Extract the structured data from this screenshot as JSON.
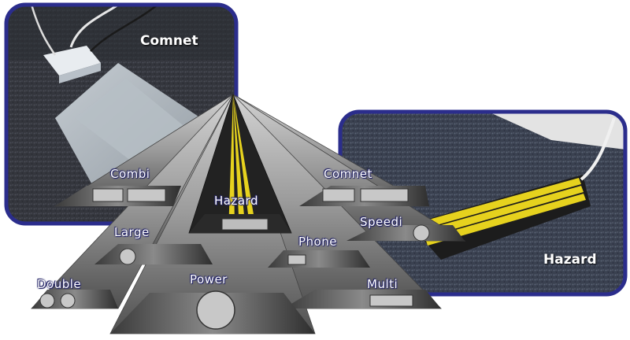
{
  "photo_captions": {
    "top_left": "Comnet",
    "bottom_right": "Hazard"
  },
  "profile_labels": {
    "combi": "Combi",
    "hazard": "Hazard",
    "comnet": "Comnet",
    "large": "Large",
    "speedi": "Speedi",
    "phone": "Phone",
    "double": "Double",
    "power": "Power",
    "multi": "Multi"
  },
  "colors": {
    "frame_blue": "#2b2d8c",
    "carpet": "#3a3c44",
    "hazard_yellow": "#e6d21e",
    "cable_cover_grey": "#9aa3aa"
  }
}
